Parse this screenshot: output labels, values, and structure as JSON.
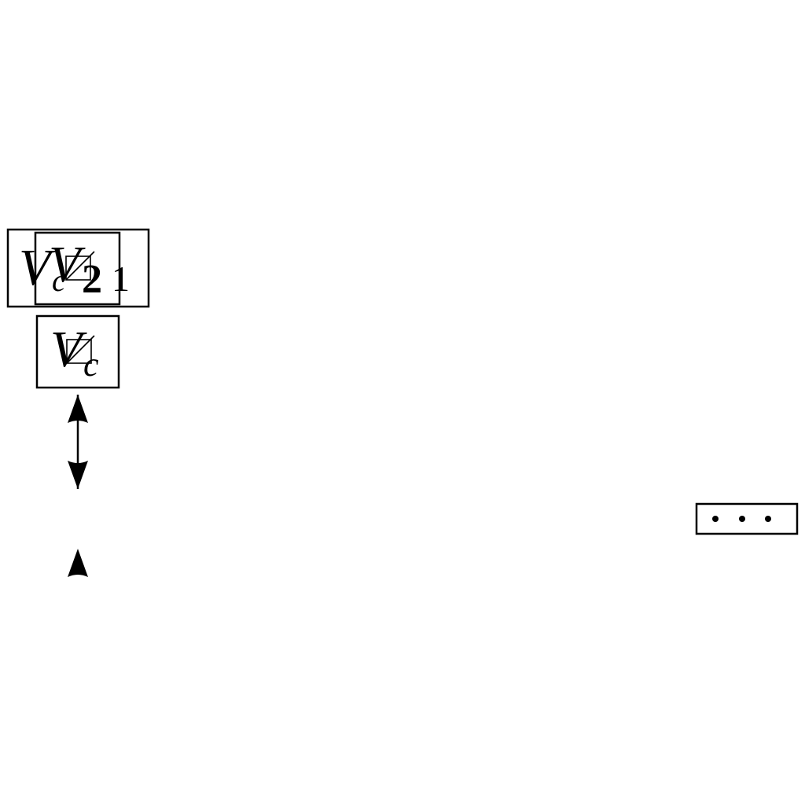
{
  "diagram": {
    "nodes": {
      "v21": {
        "main": "V",
        "sub": "2",
        "suffix": "1"
      },
      "vc_overlay": {
        "main": "V",
        "sub": "c"
      },
      "vc": {
        "main": "V",
        "sub": "c"
      },
      "ellipsis": {
        "label": "• • •"
      }
    },
    "edges": [
      {
        "from": "vc",
        "to": "below",
        "style": "double-arrow"
      },
      {
        "from": "lower-node",
        "to": "above",
        "style": "arrow"
      }
    ]
  }
}
